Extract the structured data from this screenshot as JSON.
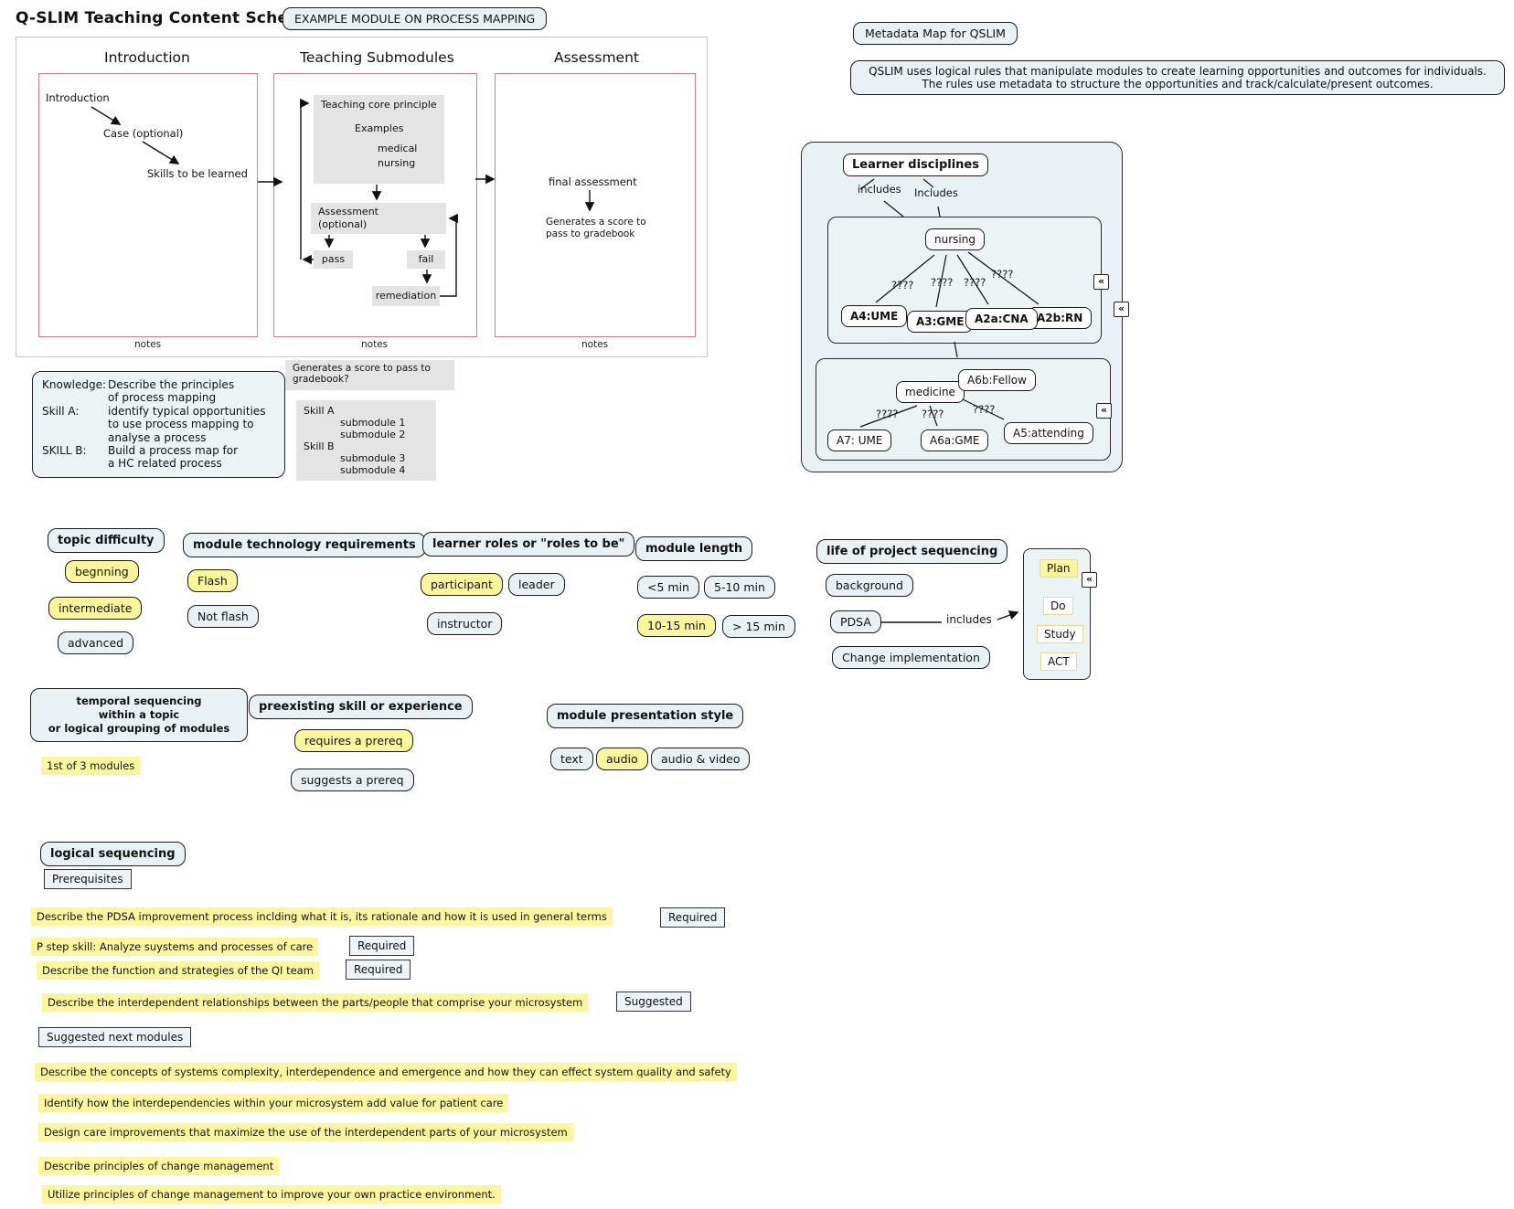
{
  "header": {
    "title": "Q-SLIM Teaching Content Schematic",
    "example_tag": "EXAMPLE MODULE ON PROCESS MAPPING"
  },
  "schematic": {
    "notes_label": "notes",
    "columns": [
      {
        "title": "Introduction"
      },
      {
        "title": "Teaching Submodules"
      },
      {
        "title": "Assessment"
      }
    ],
    "intro": {
      "step1": "Introduction",
      "step2": "Case (optional)",
      "step3": "Skills to be learned"
    },
    "teaching": {
      "core_line1": "Teaching  core principle",
      "core_line2": "Examples",
      "core_line3": "medical",
      "core_line4": "nursing",
      "assess_line1": "Assessment",
      "assess_line2": "(optional)",
      "pass": "pass",
      "fail": "fail",
      "remediation": "remediation"
    },
    "assessment": {
      "final": "final assessment",
      "gen_line1": "Generates a score to",
      "gen_line2": "pass to gradebook"
    }
  },
  "notes": {
    "knowledge": [
      {
        "label": "Knowledge:",
        "text": "Describe the principles"
      },
      {
        "label": "",
        "text": "of process mapping"
      },
      {
        "label": "Skill A:",
        "text": "identify typical opportunities"
      },
      {
        "label": "",
        "text": "to use process mapping to"
      },
      {
        "label": "",
        "text": "analyse a process"
      },
      {
        "label": "SKILL B:",
        "text": "Build a process map for"
      },
      {
        "label": "",
        "text": "a HC related process"
      }
    ],
    "gradebook_line1": "Generates a score to pass to",
    "gradebook_line2": "gradebook?",
    "skills": [
      "Skill A",
      "submodule 1",
      "submodule 2",
      "Skill B",
      "submodule 3",
      "submodule 4"
    ]
  },
  "metadata": {
    "title": "Metadata Map for QSLIM",
    "description": "QSLIM uses logical rules that manipulate modules to create learning opportunities and outcomes for individuals. The rules use metadata to structure the opportunities and track/calculate/present outcomes."
  },
  "learner_map": {
    "title": "Learner disciplines",
    "link_left": "includes",
    "link_right": "Includes",
    "qmark": "????",
    "collapse_icon": "«",
    "nursing": {
      "name": "nursing",
      "a4": "A4:UME",
      "a3": "A3:GME",
      "a2a": "A2a:CNA",
      "a2b": "A2b:RN"
    },
    "medicine": {
      "name": "medicine",
      "a6b": "A6b:Fellow",
      "a7": "A7: UME",
      "a6a": "A6a:GME",
      "a5": "A5:attending"
    }
  },
  "tags": {
    "topic_difficulty": {
      "header": "topic difficulty",
      "options": [
        {
          "label": "begnning",
          "selected": true
        },
        {
          "label": "intermediate",
          "selected": true
        },
        {
          "label": "advanced",
          "selected": false
        }
      ]
    },
    "module_tech": {
      "header": "module technology requirements",
      "options": [
        {
          "label": "Flash",
          "selected": true
        },
        {
          "label": "Not flash",
          "selected": false
        }
      ]
    },
    "learner_roles": {
      "header": "learner roles or \"roles to be\"",
      "options": [
        {
          "label": "participant",
          "selected": true
        },
        {
          "label": "leader",
          "selected": false
        },
        {
          "label": "instructor",
          "selected": false
        }
      ]
    },
    "module_length": {
      "header": "module length",
      "options": [
        {
          "label": "<5 min",
          "selected": false
        },
        {
          "label": "5-10 min",
          "selected": false
        },
        {
          "label": "10-15 min",
          "selected": true
        },
        {
          "label": "> 15 min",
          "selected": false
        }
      ]
    },
    "life_sequencing": {
      "header": "life of project sequencing",
      "options": [
        {
          "label": "background",
          "selected": false
        },
        {
          "label": "PDSA",
          "selected": false
        },
        {
          "label": "Change implementation",
          "selected": false
        }
      ],
      "includes_label": "includes",
      "steps": [
        {
          "label": "Plan",
          "selected": true
        },
        {
          "label": "Do",
          "selected": false
        },
        {
          "label": "Study",
          "selected": false
        },
        {
          "label": "ACT",
          "selected": false
        }
      ]
    },
    "temporal": {
      "header_line1": "temporal sequencing",
      "header_line2": "within a topic",
      "header_line3": "or logical grouping of modules",
      "value": "1st of 3 modules"
    },
    "preexisting": {
      "header": "preexisting skill or experience",
      "options": [
        {
          "label": "requires a prereq",
          "selected": true
        },
        {
          "label": "suggests a prereq",
          "selected": false
        }
      ]
    },
    "presentation": {
      "header": "module presentation style",
      "options": [
        {
          "label": "text",
          "selected": false
        },
        {
          "label": "audio",
          "selected": true
        },
        {
          "label": "audio & video",
          "selected": false
        }
      ]
    }
  },
  "sequencing": {
    "header": "logical sequencing",
    "prerequisites_label": "Prerequisites",
    "prerequisites": [
      {
        "text": "Describe the PDSA improvement process inclding what it is, its rationale and how it is used in general terms",
        "tag": "Required"
      },
      {
        "text": "P step skill: Analyze suystems and processes of care",
        "tag": "Required"
      },
      {
        "text": "Describe the function and strategies of the QI team",
        "tag": "Required"
      },
      {
        "text": "Describe the interdependent relationships between the parts/people that comprise your microsystem",
        "tag": "Suggested"
      }
    ],
    "suggested_label": "Suggested next modules",
    "next_modules": [
      "Describe the concepts of systems complexity, interdependence and emergence and how they can effect system quality and safety",
      "Identify how the interdependencies within your microsystem add value for patient care",
      "Design care improvements that maximize the use of the interdependent parts of your microsystem",
      "Describe principles of change management",
      "Utilize principles of change management to improve your own practice environment."
    ]
  }
}
